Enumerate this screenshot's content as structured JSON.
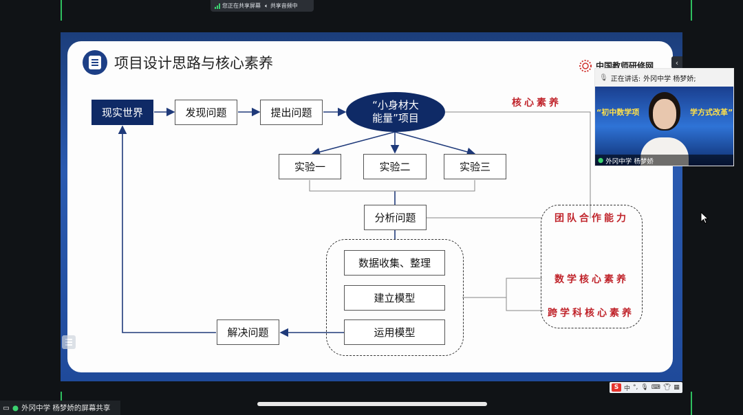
{
  "share_bar": {
    "sharing_label": "您正在共享屏幕",
    "audio_label": "共享音频中"
  },
  "slide": {
    "title": "项目设计思路与核心素养",
    "logo_text": "中国教师研修网",
    "nodes": {
      "real_world": "现实世界",
      "find_problem": "发现问题",
      "ask_problem": "提出问题",
      "project_line1": "“小身材大",
      "project_line2": "能量”项目",
      "exp1": "实验一",
      "exp2": "实验二",
      "exp3": "实验三",
      "analyze": "分析问题",
      "data_collect": "数据收集、整理",
      "build_model": "建立模型",
      "use_model": "运用模型",
      "solve": "解决问题"
    },
    "competencies": {
      "core": "核心素养",
      "team": "团队合作能力",
      "math": "数学核心素养",
      "cross": "跨学科核心素养"
    }
  },
  "video": {
    "speaking_prefix": "正在讲话:",
    "speaking_name": "外冈中学 杨梦娇;",
    "banner_left": "“初中数学项",
    "banner_right": "学方式改革”",
    "participant_name": "外冈中学 杨梦娇"
  },
  "bottom": {
    "screen_share_label": "外冈中学 杨梦娇的屏幕共享"
  },
  "ime": {
    "mode": "中"
  },
  "colors": {
    "dark_navy": "#0f2a66",
    "accent_green": "#2fbf5f",
    "red_text": "#c0242b"
  }
}
